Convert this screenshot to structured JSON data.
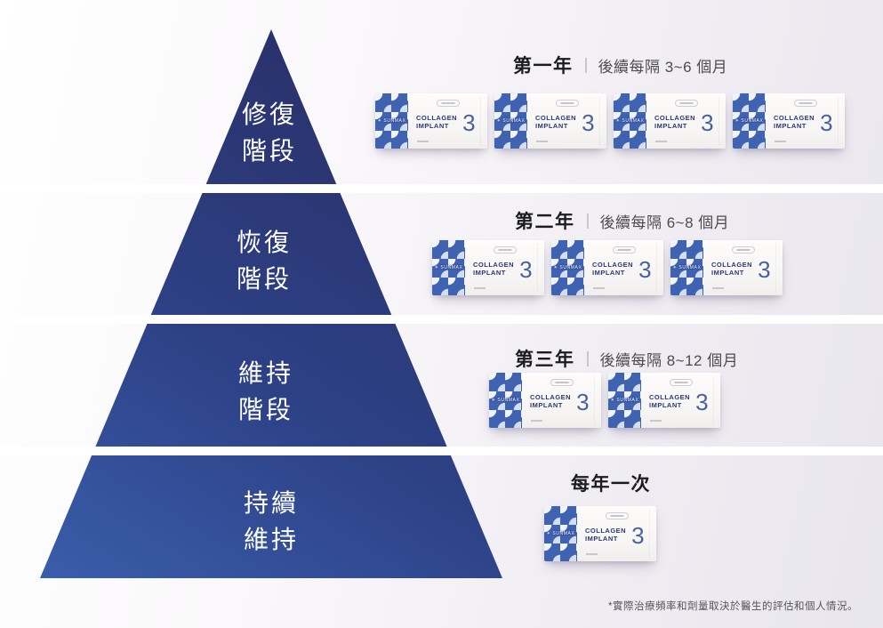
{
  "pyramid": {
    "stages": [
      {
        "line1": "修復",
        "line2": "階段"
      },
      {
        "line1": "恢復",
        "line2": "階段"
      },
      {
        "line1": "維持",
        "line2": "階段"
      },
      {
        "line1": "持續",
        "line2": "維持"
      }
    ]
  },
  "rows": [
    {
      "year": "第一年",
      "frequency": "後續每隔 3~6 個月",
      "box_count": 4
    },
    {
      "year": "第二年",
      "frequency": "後續每隔 6~8 個月",
      "box_count": 3
    },
    {
      "year": "第三年",
      "frequency": "後續每隔 8~12 個月",
      "box_count": 2
    },
    {
      "year": "每年一次",
      "frequency": "",
      "box_count": 1
    }
  ],
  "product": {
    "brand": "SUNMAX",
    "logo_icon": "✳",
    "name_line1": "COLLAGEN",
    "name_line2": "IMPLANT",
    "number": "3"
  },
  "footnote": "*實際治療頻率和劑量取決於醫生的評估和個人情況。",
  "colors": {
    "pyramid_dark": "#2a3068",
    "pyramid_mid": "#2d4186",
    "pyramid_light": "#3a5dab",
    "separator_band": "#ffffff",
    "stage_label_text": "#ffffff",
    "header_text": "#1c1c1f",
    "subheader_text": "#4c4b50",
    "product_navy": "#2a3878",
    "product_number_blue": "#49619f",
    "pattern_blue": "#3f62b1",
    "background_right": "#e8e5ed"
  }
}
